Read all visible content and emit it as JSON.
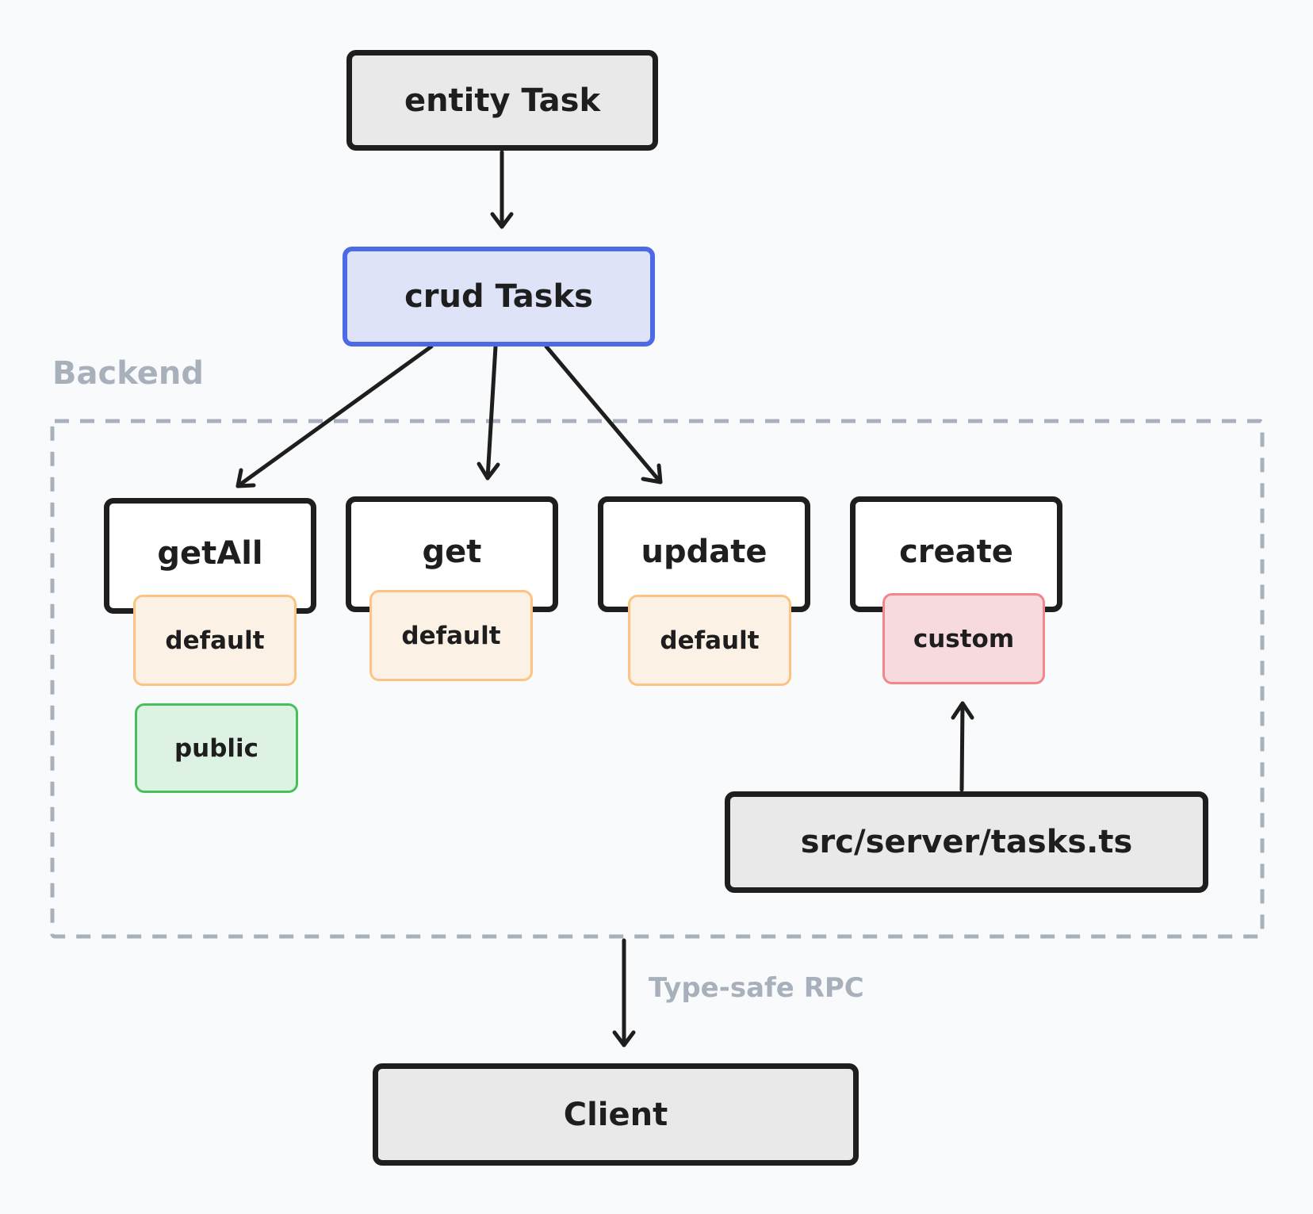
{
  "nodes": {
    "entity": "entity Task",
    "crud": "crud Tasks",
    "get_all": "getAll",
    "get": "get",
    "update": "update",
    "create": "create",
    "default_getall": "default",
    "public_getall": "public",
    "default_get": "default",
    "default_update": "default",
    "custom_create": "custom",
    "server_file": "src/server/tasks.ts",
    "client": "Client"
  },
  "labels": {
    "backend": "Backend",
    "rpc": "Type-safe RPC"
  },
  "colors": {
    "stroke": "#1e1e1e",
    "gray_fill": "#e9e9e9",
    "blue_fill": "#dee3f8",
    "blue_stroke": "#4d6ae6",
    "orange_fill": "#fbf1e5",
    "orange_stroke": "#fcc382",
    "green_fill": "#def2e3",
    "green_stroke": "#47c05c",
    "red_fill": "#f6dadd",
    "red_stroke": "#f3858b",
    "muted_text": "#a8b1bb",
    "background": "#f9fafb"
  }
}
